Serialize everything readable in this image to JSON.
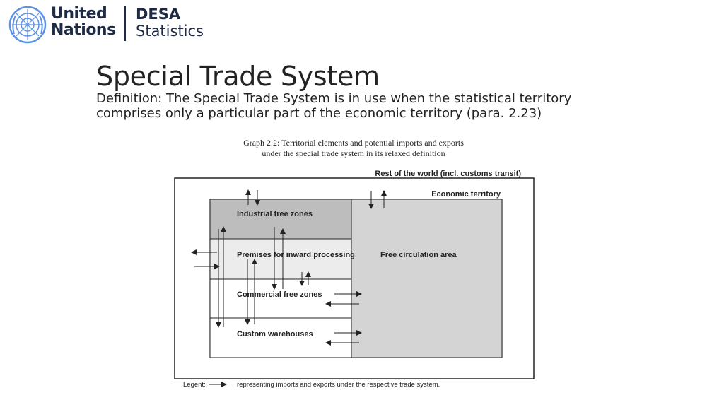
{
  "header": {
    "un_line1": "United",
    "un_line2": "Nations",
    "desa_line1": "DESA",
    "desa_line2": "Statistics"
  },
  "slide": {
    "title": "Special Trade System",
    "definition": "Definition: The Special Trade System is in use when the statistical territory comprises only a particular part of the economic territory (para. 2.23)"
  },
  "diagram": {
    "caption_line1": "Graph 2.2: Territorial elements and potential imports and exports",
    "caption_line2": "under the special trade system in its relaxed definition",
    "rest_of_world": "Rest of the world (incl. customs transit)",
    "economic_territory": "Economic territory",
    "zones": [
      "Industrial free zones",
      "Premises for inward processing",
      "Commercial free zones",
      "Custom warehouses"
    ],
    "free_circulation": "Free circulation area",
    "legend_label": "Legent:",
    "legend_text": "representing imports and exports under the respective trade system."
  }
}
